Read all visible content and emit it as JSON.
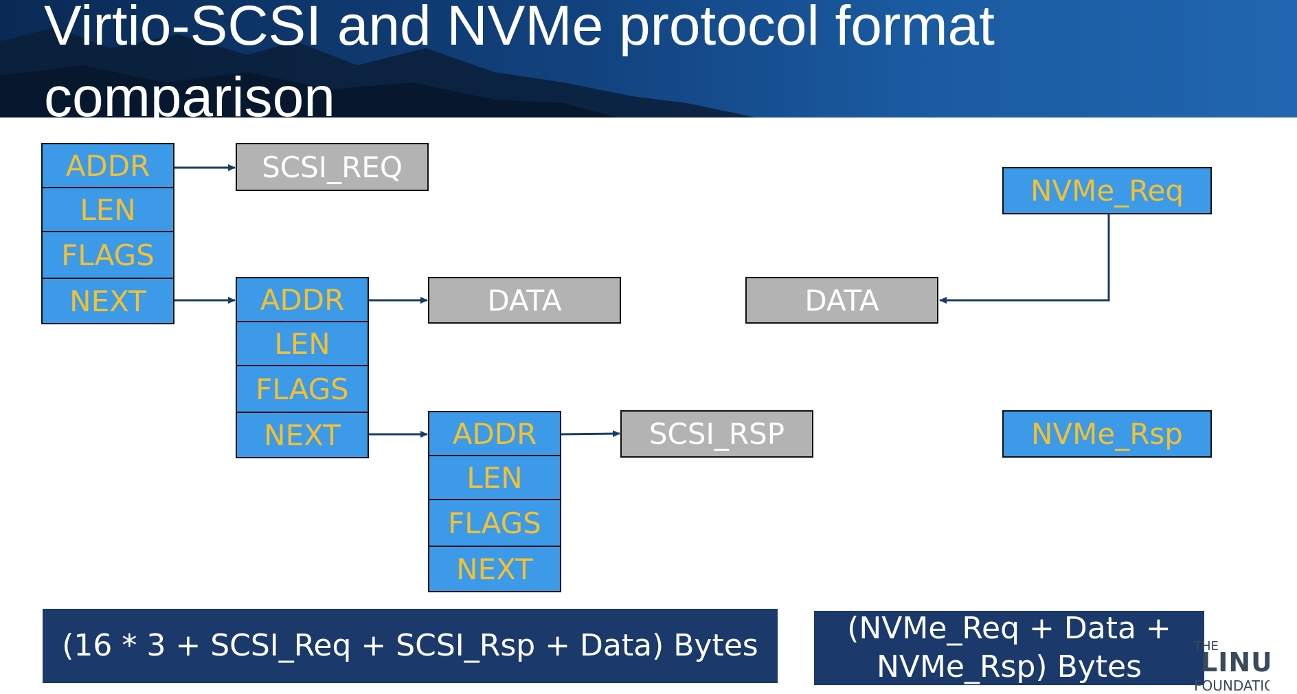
{
  "slide": {
    "title": "Virtio-SCSI and NVMe protocol format comparison"
  },
  "virtio": {
    "descriptors": [
      {
        "fields": [
          "ADDR",
          "LEN",
          "FLAGS",
          "NEXT"
        ],
        "target": "SCSI_REQ"
      },
      {
        "fields": [
          "ADDR",
          "LEN",
          "FLAGS",
          "NEXT"
        ],
        "target": "DATA"
      },
      {
        "fields": [
          "ADDR",
          "LEN",
          "FLAGS",
          "NEXT"
        ],
        "target": "SCSI_RSP"
      }
    ],
    "summary": "(16 * 3 + SCSI_Req + SCSI_Rsp + Data) Bytes"
  },
  "nvme": {
    "req": "NVMe_Req",
    "data": "DATA",
    "rsp": "NVMe_Rsp",
    "summary_line1": "(NVMe_Req + Data +",
    "summary_line2": "NVMe_Rsp) Bytes"
  },
  "logo": {
    "the": "THE",
    "linux": "LINUX",
    "foundation": "FOUNDATION"
  },
  "colors": {
    "field_fill": "#3c9ae8",
    "field_text": "#f2c132",
    "payload_fill": "#b3b3b3",
    "summary_fill": "#1b3a6b",
    "arrow": "#1b3a6b"
  }
}
